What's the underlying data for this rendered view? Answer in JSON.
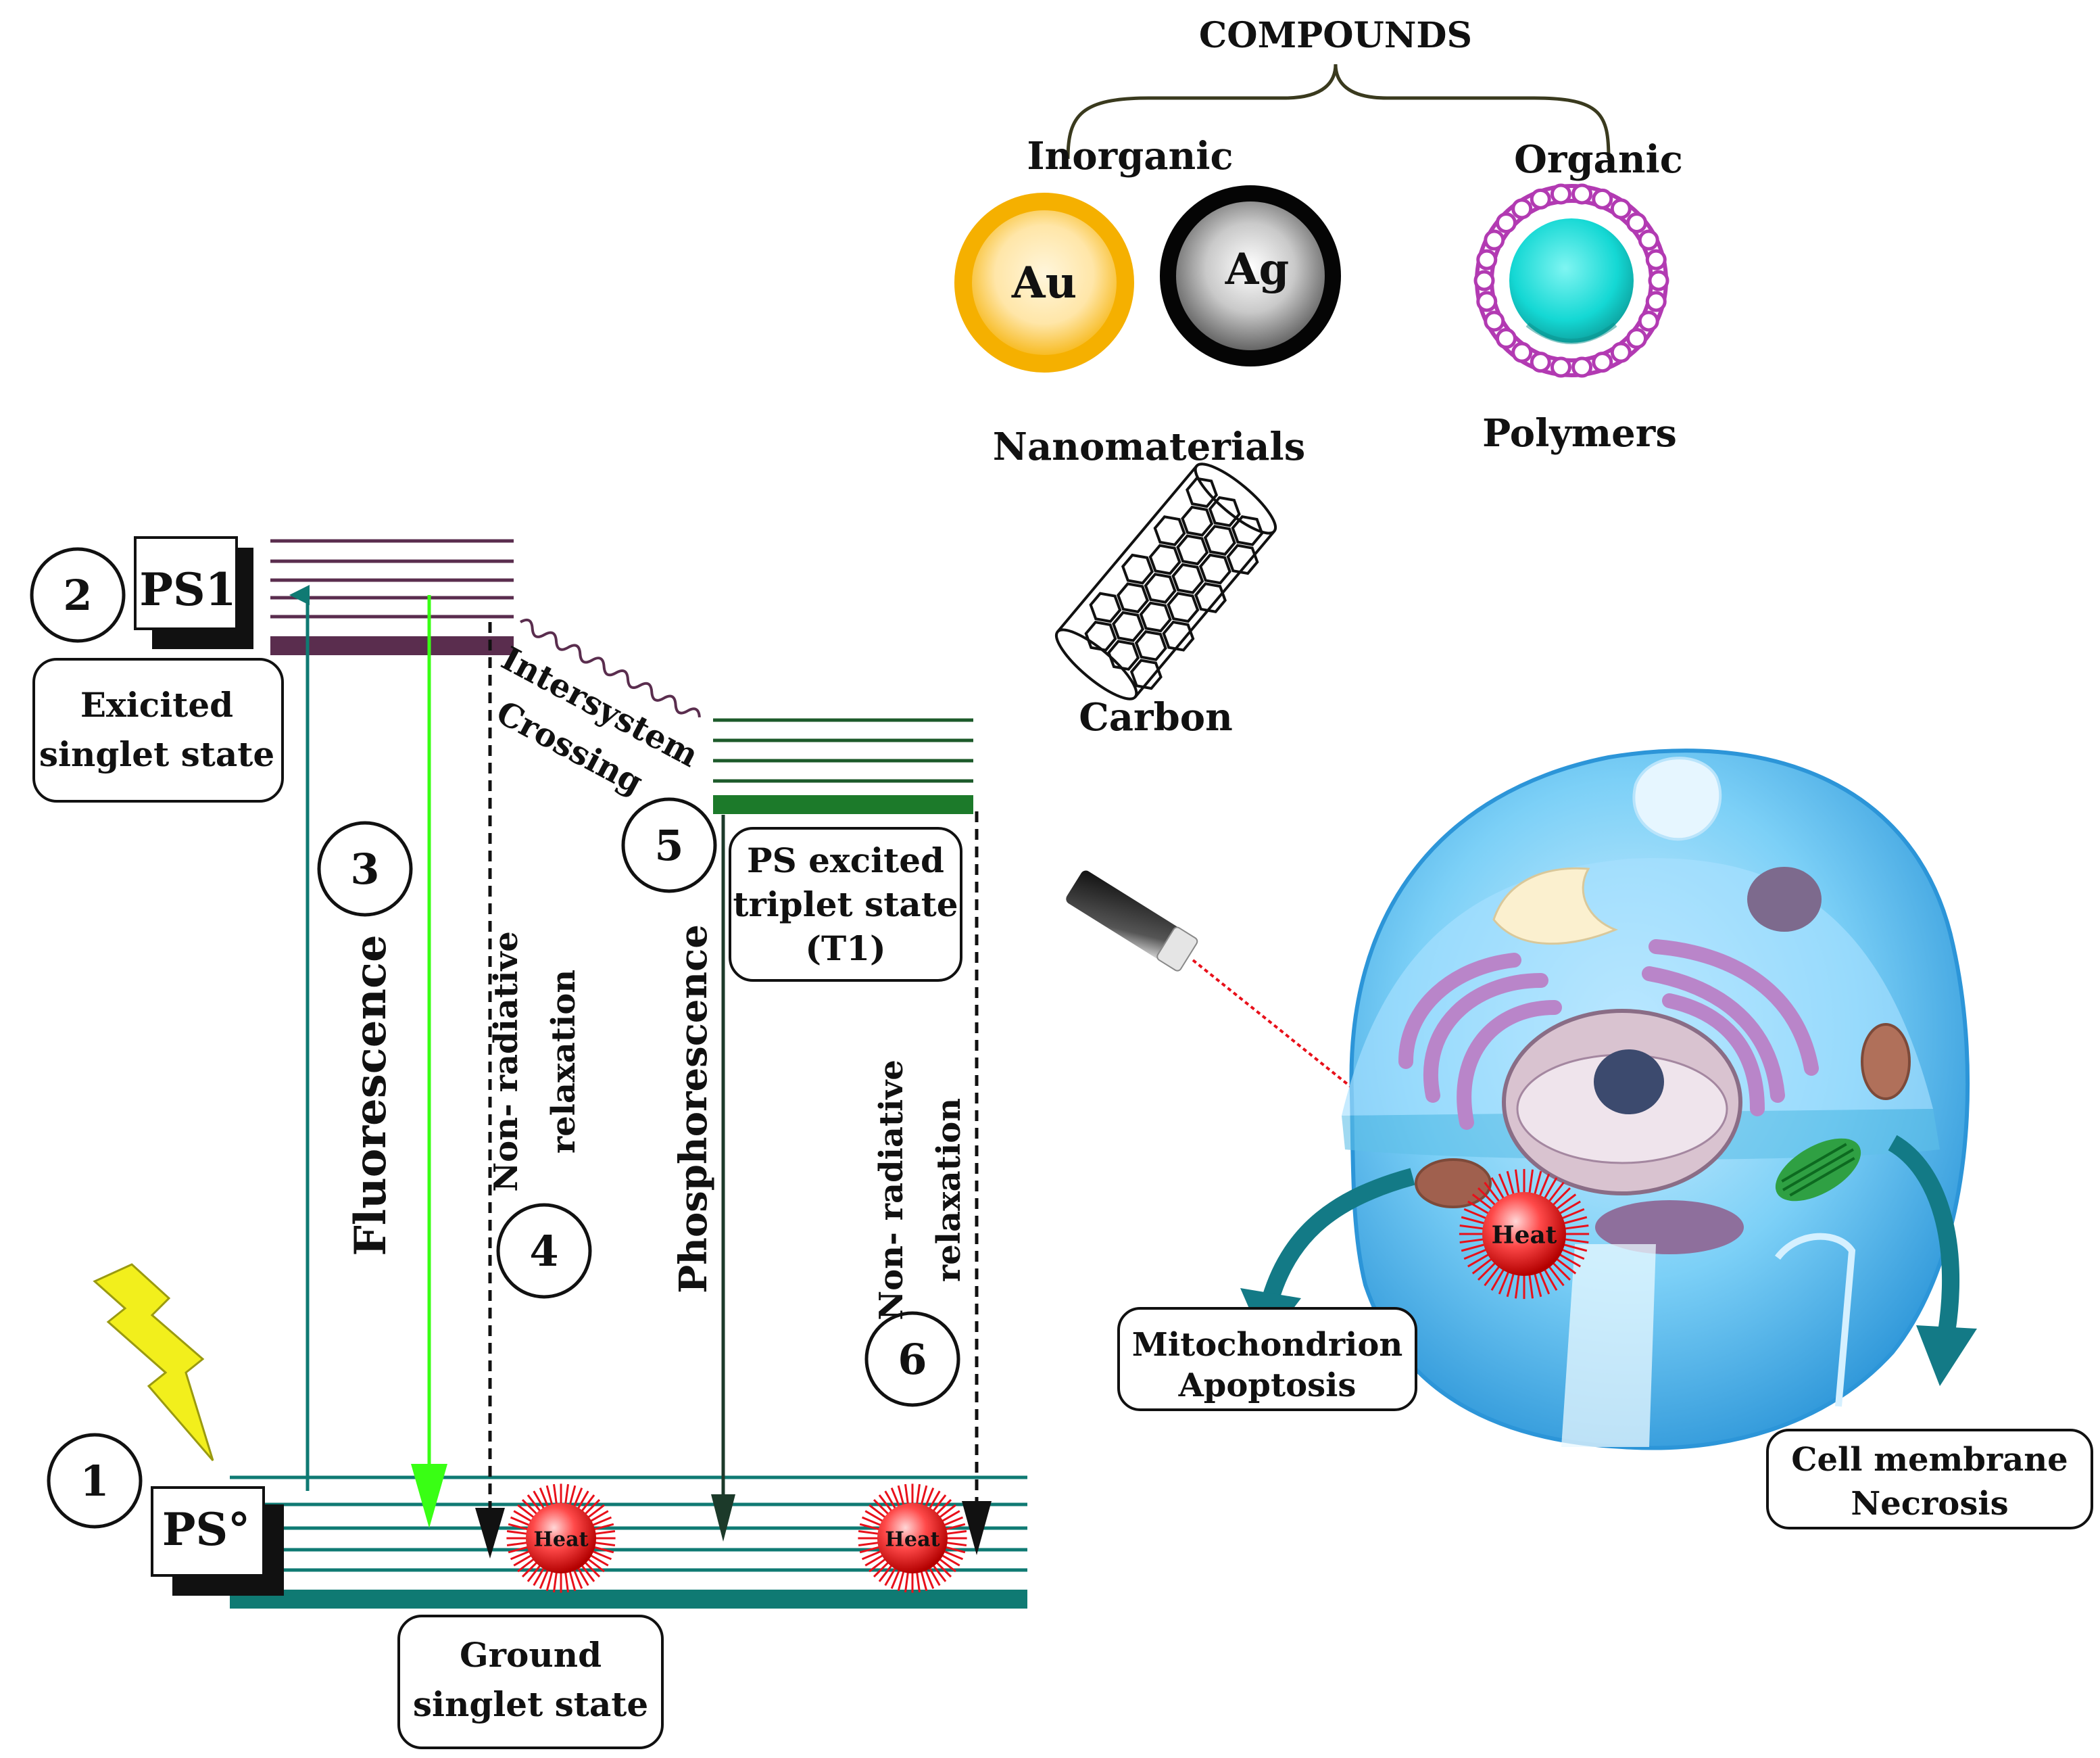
{
  "compounds": {
    "title": "COMPOUNDS",
    "inorganic": "Inorganic",
    "organic": "Organic",
    "au": "Au",
    "ag": "Ag",
    "nanomaterials": "Nanomaterials",
    "polymers": "Polymers",
    "carbon": "Carbon"
  },
  "diagram": {
    "ps1_label": "PS1",
    "ps0_label": "PS°",
    "step_numbers": [
      "1",
      "2",
      "3",
      "4",
      "5",
      "6"
    ],
    "excited_singlet": [
      "Exicited",
      "singlet state"
    ],
    "ground_singlet": [
      "Ground",
      "singlet state"
    ],
    "triplet": [
      "PS excited",
      "triplet state",
      "(T1)"
    ],
    "fluorescence": "Fluorescence",
    "phosphorescence": "Phosphorescence",
    "nonrad_1": [
      "Non- radiative",
      "relaxation"
    ],
    "nonrad_2": [
      "Non- radiative",
      "relaxation"
    ],
    "isc": [
      "Intersystem",
      "Crossing"
    ],
    "heat": "Heat"
  },
  "cell": {
    "heat": "Heat",
    "mito": [
      "Mitochondrion",
      "Apoptosis"
    ],
    "membrane": [
      "Cell membrane",
      "Necrosis"
    ]
  },
  "colors": {
    "purple": "#5a2d4e",
    "teal": "#0f7a73",
    "green_triplet": "#1c7a2a",
    "fluor_green": "#39ff14",
    "gold": "#f5b000",
    "organic_ring": "#b23ab2",
    "cyan": "#14d8d4",
    "cell_blue": "#4fb8ee",
    "curve_arrow": "#137a86",
    "heat_red": "#e8101a"
  }
}
